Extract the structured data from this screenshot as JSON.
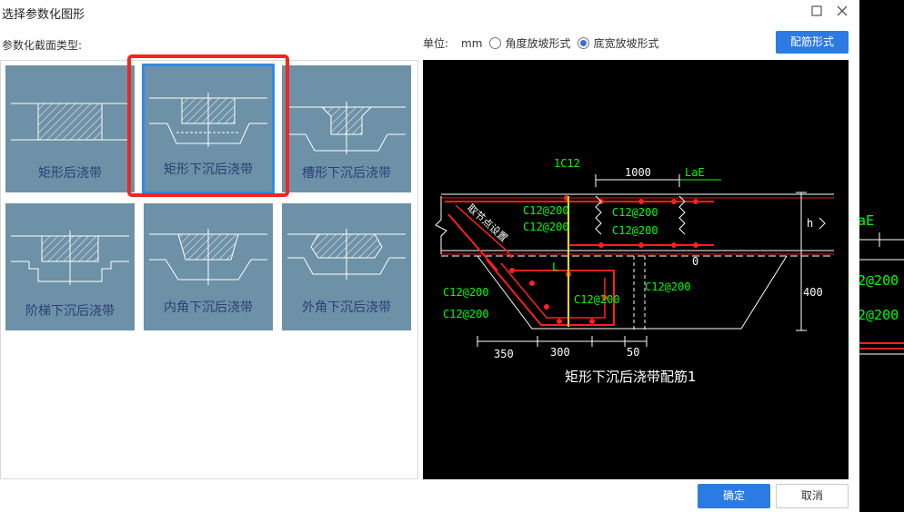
{
  "window": {
    "title": "选择参数化图形",
    "maximize_icon": "maximize-icon",
    "close_icon": "close-icon"
  },
  "section_label": "参数化截面类型:",
  "tiles": [
    {
      "caption": "矩形后浇带",
      "selected": false
    },
    {
      "caption": "矩形下沉后浇带",
      "selected": true
    },
    {
      "caption": "槽形下沉后浇带",
      "selected": false
    },
    {
      "caption": "阶梯下沉后浇带",
      "selected": false
    },
    {
      "caption": "内角下沉后浇带",
      "selected": false
    },
    {
      "caption": "外角下沉后浇带",
      "selected": false
    }
  ],
  "unit": {
    "label": "单位:",
    "value": "mm"
  },
  "slope_options": [
    {
      "label": "角度放坡形式",
      "selected": false
    },
    {
      "label": "底宽放坡形式",
      "selected": true
    }
  ],
  "rebar_button": "配筋形式",
  "preview": {
    "title": "矩形下沉后浇带配筋1",
    "labels": {
      "top_bar": "1C12",
      "dim_1000": "1000",
      "lae": "LaE",
      "h": "h",
      "zero": "0",
      "dim_400": "400",
      "L": "L",
      "dim_350": "350",
      "dim_300": "300",
      "dim_50": "50",
      "note": "取节点设置",
      "c12_a": "C12@200",
      "c12_b": "C12@200",
      "c12_c": "C12@200",
      "c12_d": "C12@200",
      "c12_e": "C12@200",
      "c12_f": "C12@200",
      "c12_g": "C12@200",
      "c12_h": "C12@200"
    }
  },
  "side_strip": {
    "lae": "aE",
    "c12_1": "2@200",
    "c12_2": "2@200"
  },
  "ok_button": "确定",
  "cancel_button": "取消",
  "colors": {
    "accent": "#2c7be5",
    "selection_frame": "#f0261f",
    "tile_bg": "#6d91a6",
    "cad_green": "#00ff00",
    "cad_red": "#ff2020"
  }
}
